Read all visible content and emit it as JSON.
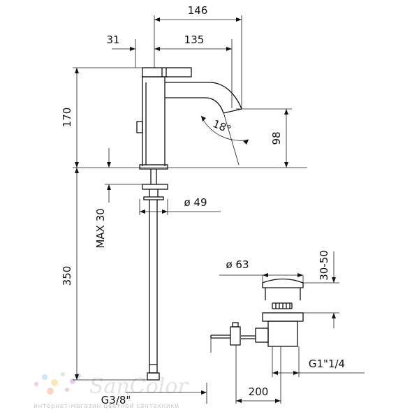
{
  "dimensions": {
    "overall_width": "146",
    "body_offset": "31",
    "spout_reach": "135",
    "body_height": "170",
    "spout_angle": "18°",
    "spout_outlet_height": "98",
    "max_deck_thickness": "MAX 30",
    "base_diameter": "ø 49",
    "hose_length": "350",
    "hose_thread": "G3/8\"",
    "drain_cap_diameter": "ø 63",
    "drain_range": "30-50",
    "drain_thread": "G1\"1/4",
    "rod_length": "200"
  },
  "watermark": {
    "brand": "SanColor",
    "tagline": "интернет-магазин цветной сантехники",
    "dot_colors": [
      "#f4a0b5",
      "#9fd3f2",
      "#f7d37a",
      "#b6e3a0",
      "#c9a8e8",
      "#f6b38a"
    ]
  }
}
